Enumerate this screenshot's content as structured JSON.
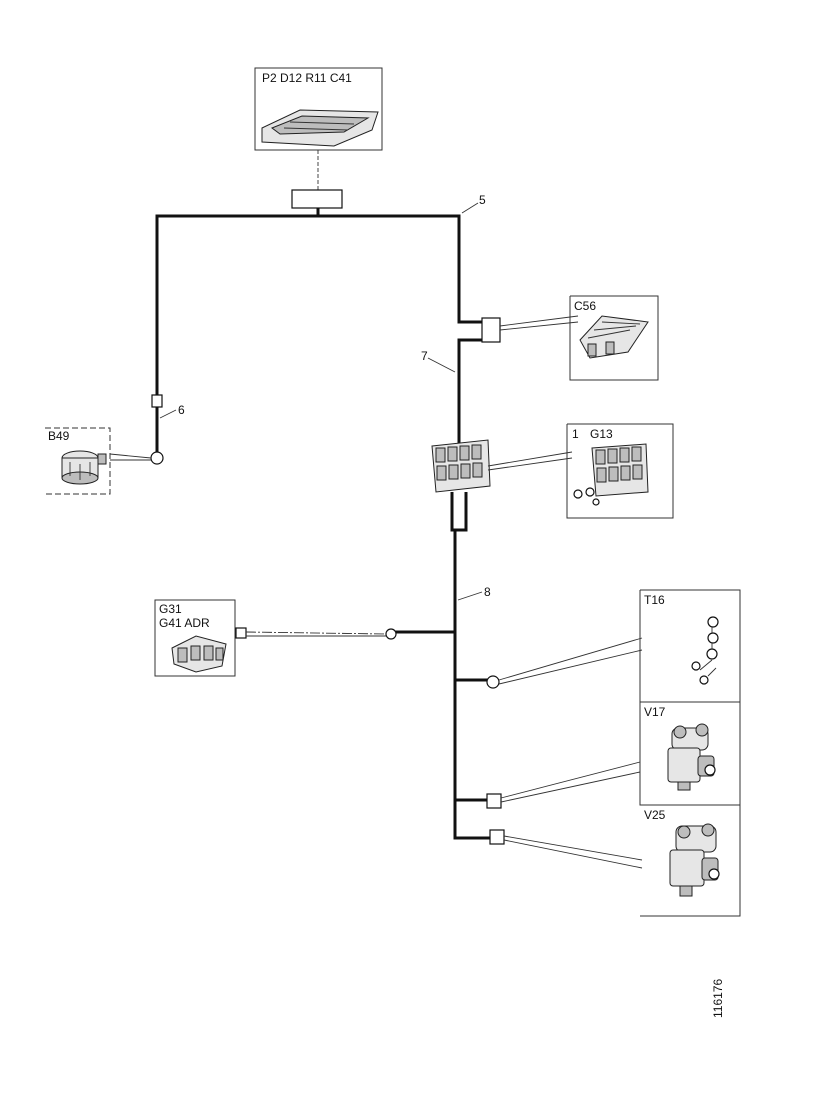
{
  "labels": {
    "top_box": "P2 D12 R11 C41",
    "c56": "C56",
    "g13_num": "1",
    "g13": "G13",
    "b49": "B49",
    "g31": "G31",
    "g41_adr": "G41 ADR",
    "t16": "T16",
    "v17": "V17",
    "v25": "V25",
    "figure_number": "116176"
  },
  "harness_numbers": {
    "n5": "5",
    "n6": "6",
    "n7": "7",
    "n8": "8"
  }
}
